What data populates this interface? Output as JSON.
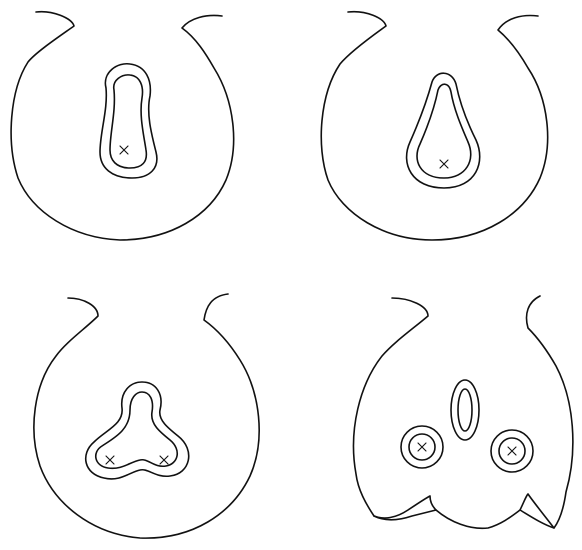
{
  "figure": {
    "panels": [
      {
        "marks": 1
      },
      {
        "marks": 1
      },
      {
        "marks": 2
      },
      {
        "marks": 2
      }
    ],
    "ink_color": "#111111",
    "background": "#ffffff"
  }
}
